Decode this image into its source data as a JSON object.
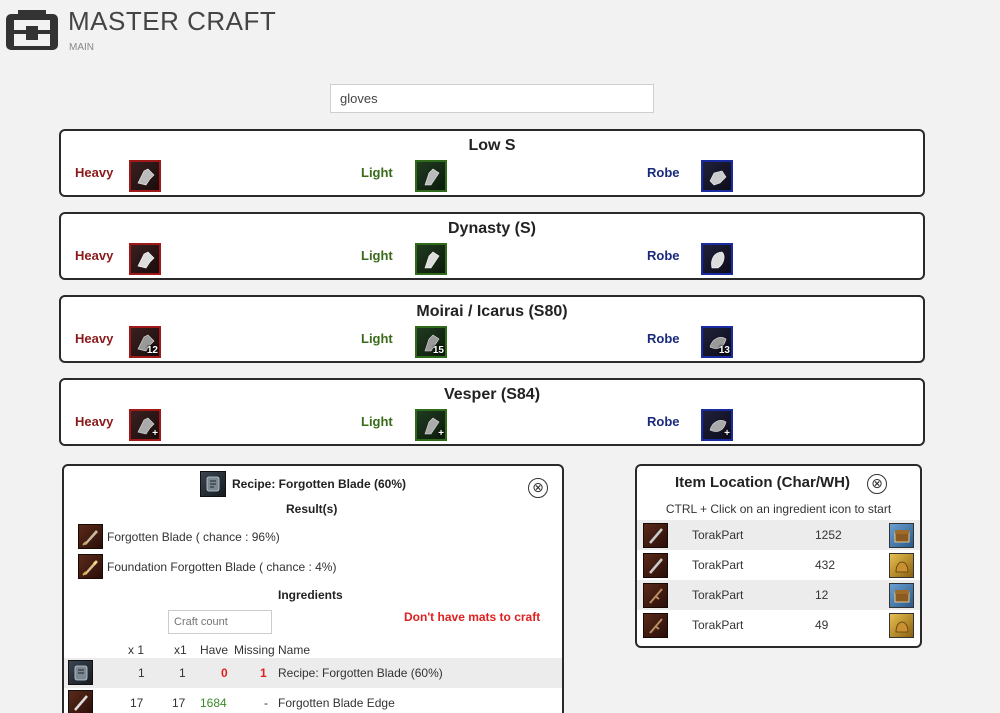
{
  "app": {
    "title": "MASTER CRAFT",
    "subtitle": "MAIN"
  },
  "search": {
    "value": "gloves"
  },
  "categories": {
    "heavy": "Heavy",
    "light": "Light",
    "robe": "Robe"
  },
  "grades": [
    {
      "title": "Low S",
      "badges": {
        "heavy": "",
        "light": "",
        "robe": ""
      }
    },
    {
      "title": "Dynasty (S)",
      "badges": {
        "heavy": "",
        "light": "",
        "robe": ""
      }
    },
    {
      "title": "Moirai / Icarus (S80)",
      "badges": {
        "heavy": "12",
        "light": "15",
        "robe": "13"
      }
    },
    {
      "title": "Vesper (S84)",
      "badges": {
        "heavy": "+",
        "light": "+",
        "robe": "+"
      }
    }
  ],
  "recipe": {
    "title": "Recipe: Forgotten Blade (60%)",
    "close": "⊗",
    "results_heading": "Result(s)",
    "results": [
      {
        "text": "Forgotten Blade ( chance : 96%)"
      },
      {
        "text": "Foundation Forgotten Blade ( chance : 4%)"
      }
    ],
    "ingredients_heading": "Ingredients",
    "craft_count_placeholder": "Craft count",
    "warning": "Don't have mats to craft",
    "columns": {
      "x1a": "x 1",
      "x1b": "x1",
      "have": "Have",
      "missing": "Missing",
      "name": "Name"
    },
    "rows": [
      {
        "qty": "1",
        "total": "1",
        "have": "0",
        "missing": "1",
        "name": "Recipe: Forgotten Blade (60%)"
      },
      {
        "qty": "17",
        "total": "17",
        "have": "1684",
        "missing": "-",
        "name": "Forgotten Blade Edge"
      }
    ]
  },
  "location": {
    "title": "Item Location (Char/WH)",
    "close": "⊗",
    "hint": "CTRL + Click on an ingredient icon to start",
    "rows": [
      {
        "name": "TorakPart",
        "count": "1252",
        "storage_icon": "chest-icon"
      },
      {
        "name": "TorakPart",
        "count": "432",
        "storage_icon": "bag-icon"
      },
      {
        "name": "TorakPart",
        "count": "12",
        "storage_icon": "chest-icon"
      },
      {
        "name": "TorakPart",
        "count": "49",
        "storage_icon": "bag-icon"
      }
    ]
  },
  "colors": {
    "heavy": "#8b1a1a",
    "light": "#3a6b1a",
    "robe": "#1a2a7a",
    "warning": "#e02020",
    "have_ok": "#3a8a2a"
  }
}
